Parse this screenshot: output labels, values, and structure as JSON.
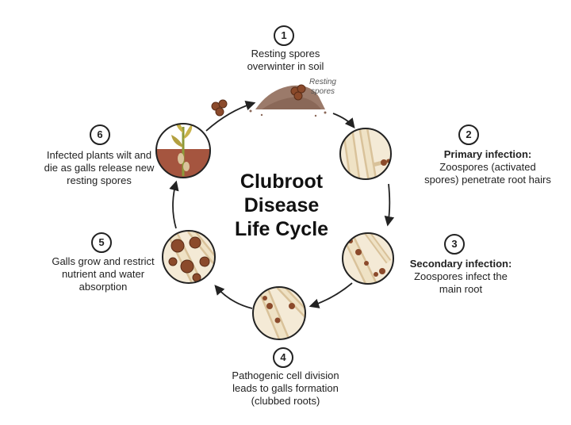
{
  "title": {
    "line1": "Clubroot",
    "line2": "Disease",
    "line3": "Life Cycle"
  },
  "stages": [
    {
      "number": "1",
      "heading": "",
      "text_lines": [
        "Resting spores",
        "overwinter in soil"
      ]
    },
    {
      "number": "2",
      "heading": "Primary infection:",
      "text_lines": [
        "Zoospores (activated",
        "spores) penetrate root hairs"
      ]
    },
    {
      "number": "3",
      "heading": "Secondary infection:",
      "text_lines": [
        "Zoospores infect the",
        "main root"
      ]
    },
    {
      "number": "4",
      "heading": "",
      "text_lines": [
        "Pathogenic cell division",
        "leads to galls formation",
        "(clubbed roots)"
      ]
    },
    {
      "number": "5",
      "heading": "",
      "text_lines": [
        "Galls grow and restrict",
        "nutrient and water",
        "absorption"
      ]
    },
    {
      "number": "6",
      "heading": "",
      "text_lines": [
        "Infected plants wilt and",
        "die as galls release new",
        "resting spores"
      ]
    }
  ],
  "resting_spores_label": {
    "line1": "Resting",
    "line2": "spores"
  },
  "colors": {
    "spore": "#8b4a2b",
    "soil": "#a5553f",
    "root": "#e9d8b4",
    "outline": "#222222",
    "arrow": "#222222"
  }
}
